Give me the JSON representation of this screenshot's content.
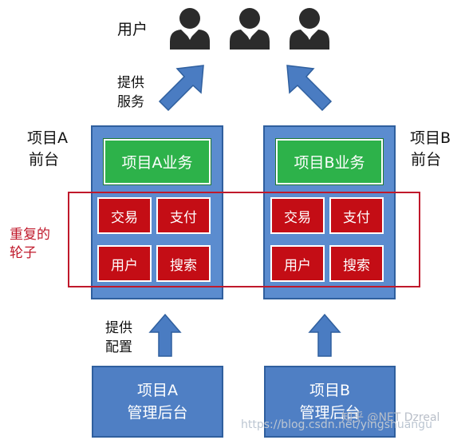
{
  "users": {
    "label": "用户",
    "icons": [
      "user-icon",
      "user-icon",
      "user-icon"
    ]
  },
  "arrows_up": {
    "left_label_lines": [
      "提供",
      "服务"
    ],
    "bottom_left_label_lines": [
      "提供",
      "配置"
    ]
  },
  "project_a": {
    "side_label_lines": [
      "项目A",
      "前台"
    ],
    "business": "项目A业务",
    "modules": [
      "交易",
      "支付",
      "用户",
      "搜索"
    ],
    "admin_lines": [
      "项目A",
      "管理后台"
    ]
  },
  "project_b": {
    "side_label_lines": [
      "项目B",
      "前台"
    ],
    "business": "项目B业务",
    "modules": [
      "交易",
      "支付",
      "用户",
      "搜索"
    ],
    "admin_lines": [
      "项目B",
      "管理后台"
    ]
  },
  "duplicate": {
    "label_lines": [
      "重复的",
      "轮子"
    ]
  },
  "watermark": {
    "url": "https://blog.csdn.net/yingshuangu",
    "source": "知乎 @NET Dzreal"
  },
  "colors": {
    "project_blue": "#5b8ccf",
    "business_green": "#2db24a",
    "module_red": "#c40d15",
    "duplicate_frame": "#c0192b",
    "arrow_blue": "#4a7cc2",
    "user_dark": "#2b2b2b"
  }
}
